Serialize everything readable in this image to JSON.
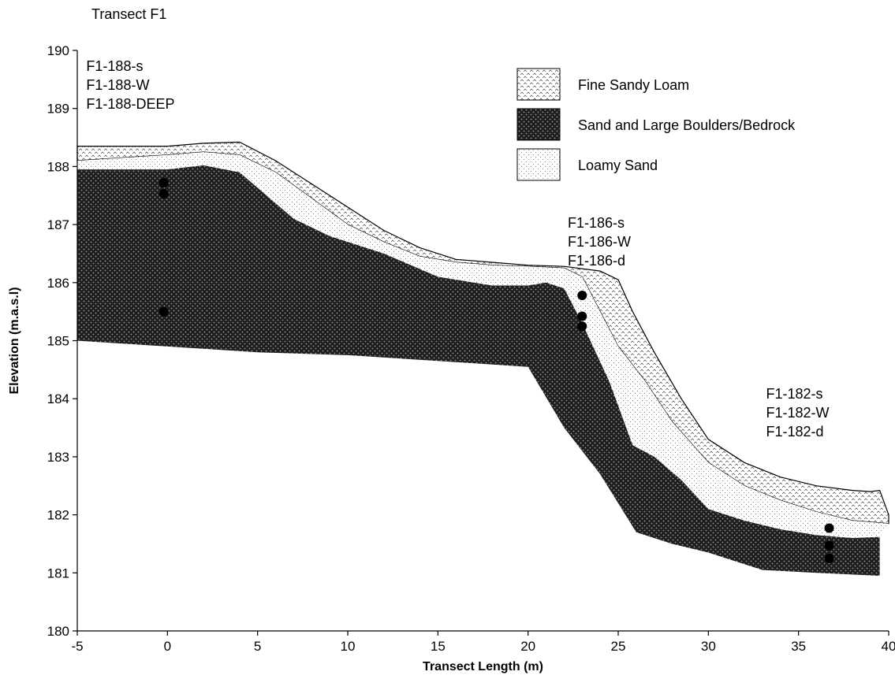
{
  "chart_data": {
    "type": "area",
    "title": "Transect F1",
    "xlabel": "Transect Length (m)",
    "ylabel": "Elevation (m.a.s.l)",
    "xlim": [
      -5,
      40
    ],
    "ylim": [
      180,
      190
    ],
    "xticks": [
      -5,
      0,
      5,
      10,
      15,
      20,
      25,
      30,
      35,
      40
    ],
    "yticks": [
      180,
      181,
      182,
      183,
      184,
      185,
      186,
      187,
      188,
      189,
      190
    ],
    "grid": false,
    "legend_position": "top-right",
    "legend": [
      {
        "label": "Fine Sandy Loam",
        "pattern": "fine-sandy-loam"
      },
      {
        "label": "Sand and Large Boulders/Bedrock",
        "pattern": "sand-boulders"
      },
      {
        "label": "Loamy Sand",
        "pattern": "loamy-sand"
      }
    ],
    "layers": {
      "surface": [
        [
          -5,
          188.35
        ],
        [
          0,
          188.35
        ],
        [
          2,
          188.4
        ],
        [
          4,
          188.42
        ],
        [
          6,
          188.1
        ],
        [
          8,
          187.7
        ],
        [
          10,
          187.3
        ],
        [
          12,
          186.9
        ],
        [
          14,
          186.6
        ],
        [
          16,
          186.4
        ],
        [
          18,
          186.35
        ],
        [
          20,
          186.3
        ],
        [
          22,
          186.28
        ],
        [
          24,
          186.2
        ],
        [
          25,
          186.05
        ],
        [
          25.8,
          185.5
        ],
        [
          27,
          184.8
        ],
        [
          28.5,
          184.0
        ],
        [
          30,
          183.3
        ],
        [
          32,
          182.9
        ],
        [
          34,
          182.65
        ],
        [
          36,
          182.5
        ],
        [
          38,
          182.42
        ],
        [
          39,
          182.4
        ],
        [
          39.5,
          182.42
        ],
        [
          40,
          182.0
        ]
      ],
      "fine_loamy_boundary": [
        [
          -5,
          188.1
        ],
        [
          0,
          188.2
        ],
        [
          2,
          188.25
        ],
        [
          4,
          188.2
        ],
        [
          6,
          187.9
        ],
        [
          8,
          187.45
        ],
        [
          10,
          187.0
        ],
        [
          12,
          186.7
        ],
        [
          14,
          186.45
        ],
        [
          16,
          186.35
        ],
        [
          18,
          186.3
        ],
        [
          20,
          186.28
        ],
        [
          22,
          186.25
        ],
        [
          23,
          186.1
        ],
        [
          24,
          185.5
        ],
        [
          25,
          184.9
        ],
        [
          26.5,
          184.3
        ],
        [
          28,
          183.6
        ],
        [
          30,
          182.9
        ],
        [
          32,
          182.5
        ],
        [
          34,
          182.25
        ],
        [
          36,
          182.05
        ],
        [
          38,
          181.9
        ],
        [
          40,
          181.85
        ]
      ],
      "bedrock_top": [
        [
          -5,
          187.95
        ],
        [
          0,
          187.95
        ],
        [
          2,
          188.02
        ],
        [
          4,
          187.9
        ],
        [
          5.5,
          187.5
        ],
        [
          7,
          187.1
        ],
        [
          9,
          186.8
        ],
        [
          12,
          186.5
        ],
        [
          15,
          186.1
        ],
        [
          18,
          185.95
        ],
        [
          20,
          185.95
        ],
        [
          21,
          186.0
        ],
        [
          22,
          185.9
        ],
        [
          23,
          185.3
        ],
        [
          24.5,
          184.3
        ],
        [
          25.8,
          183.2
        ],
        [
          27,
          183.0
        ],
        [
          28.5,
          182.6
        ],
        [
          30,
          182.1
        ],
        [
          32,
          181.9
        ],
        [
          34,
          181.75
        ],
        [
          36,
          181.65
        ],
        [
          38,
          181.6
        ],
        [
          39.5,
          181.62
        ]
      ],
      "bedrock_bottom": [
        [
          -5,
          185.0
        ],
        [
          0,
          184.9
        ],
        [
          5,
          184.8
        ],
        [
          10,
          184.75
        ],
        [
          15,
          184.65
        ],
        [
          20,
          184.55
        ],
        [
          22,
          183.5
        ],
        [
          24,
          182.7
        ],
        [
          26,
          181.7
        ],
        [
          28,
          181.5
        ],
        [
          30,
          181.35
        ],
        [
          33,
          181.05
        ],
        [
          36,
          181.0
        ],
        [
          39.5,
          180.95
        ]
      ]
    },
    "sample_points": [
      {
        "x": -0.2,
        "y": 187.72,
        "label": "F1-188-s"
      },
      {
        "x": -0.2,
        "y": 187.53,
        "label": "F1-188-W"
      },
      {
        "x": -0.2,
        "y": 185.5,
        "label": "F1-188-DEEP"
      },
      {
        "x": 23.0,
        "y": 185.78,
        "label": "F1-186-s"
      },
      {
        "x": 23.0,
        "y": 185.42,
        "label": "F1-186-W"
      },
      {
        "x": 23.0,
        "y": 185.25,
        "label": "F1-186-d"
      },
      {
        "x": 36.7,
        "y": 181.77,
        "label": "F1-182-s"
      },
      {
        "x": 36.7,
        "y": 181.47,
        "label": "F1-182-W"
      },
      {
        "x": 36.7,
        "y": 181.25,
        "label": "F1-182-d"
      }
    ],
    "annotations": [
      {
        "lines": [
          "F1-188-s",
          "F1-188-W",
          "F1-188-DEEP"
        ],
        "x": -4.5,
        "y": 189.65
      },
      {
        "lines": [
          "F1-186-s",
          "F1-186-W",
          "F1-186-d"
        ],
        "x": 22.2,
        "y": 186.95
      },
      {
        "lines": [
          "F1-182-s",
          "F1-182-W",
          "F1-182-d"
        ],
        "x": 33.2,
        "y": 184.0
      }
    ]
  }
}
